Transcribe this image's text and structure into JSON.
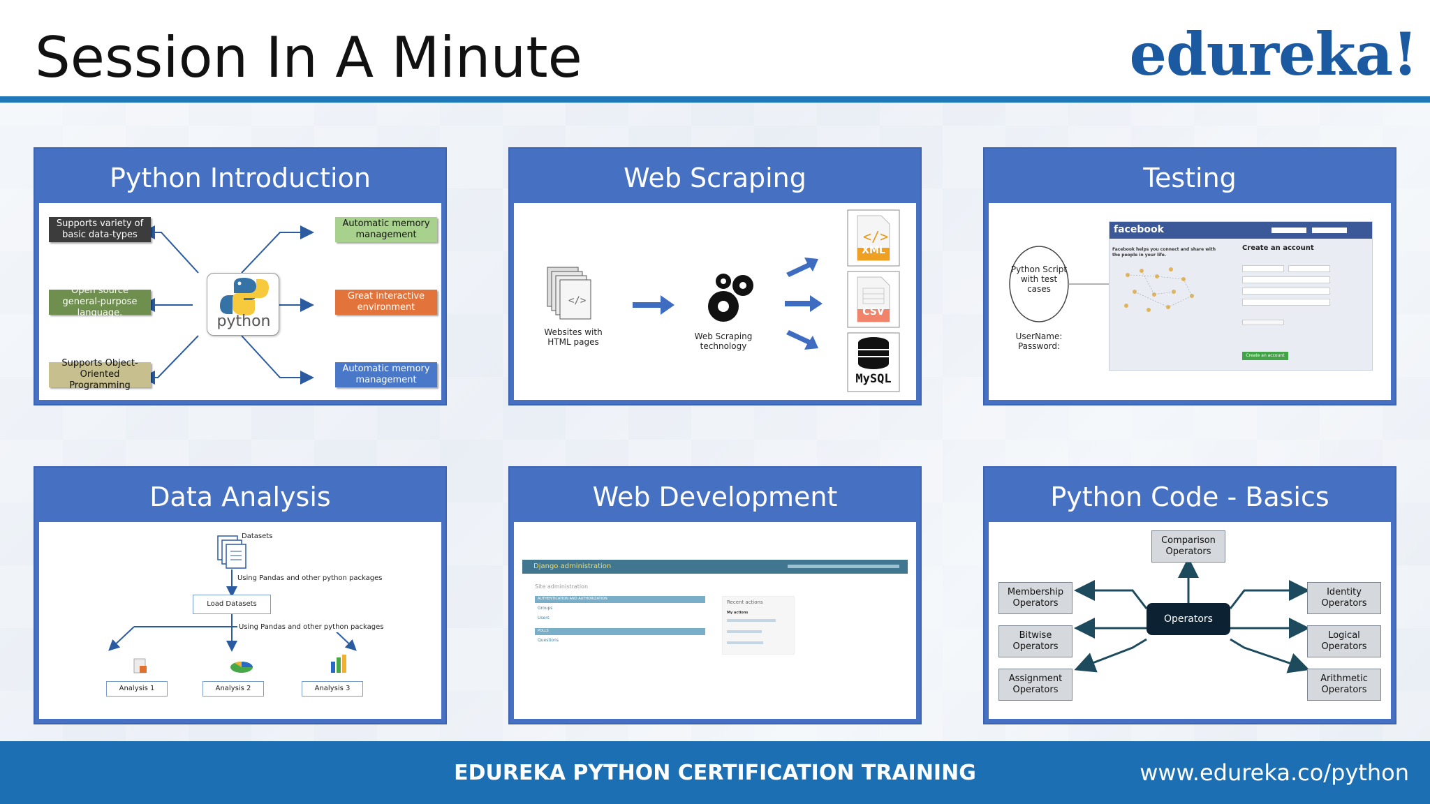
{
  "slide": {
    "title": "Session In A Minute",
    "brand": "edureka!"
  },
  "cards": {
    "python_intro": {
      "title": "Python Introduction",
      "boxes": {
        "tl": "Supports variety of basic data-types",
        "ml": "Open source general-purpose language.",
        "bl": "Supports Object-Oriented Programming",
        "tr": "Automatic memory management",
        "mr": "Great interactive environment",
        "br": "Automatic memory management"
      },
      "logo_text": "python"
    },
    "web_scraping": {
      "title": "Web Scraping",
      "left_label": "Websites with HTML pages",
      "mid_label": "Web Scraping technology",
      "outputs": [
        "XML",
        "CSV",
        "MySQL"
      ]
    },
    "testing": {
      "title": "Testing",
      "script_label": "Python Script with test cases",
      "credentials": "UserName:\nPassword:",
      "site_name": "facebook",
      "create_account": "Create an account",
      "tagline": "Facebook helps you connect and share with the people in your life.",
      "button": "Create an account"
    },
    "data_analysis": {
      "title": "Data Analysis",
      "datasets": "Datasets",
      "using1": "Using Pandas and other python packages",
      "load": "Load Datasets",
      "using2": "Using Pandas and other python packages",
      "analyses": [
        "Analysis 1",
        "Analysis 2",
        "Analysis 3"
      ]
    },
    "web_dev": {
      "title": "Web Development",
      "admin_title": "Django administration",
      "site_admin": "Site administration",
      "section1": "AUTHENTICATION AND AUTHORIZATION",
      "row1": "Groups",
      "row2": "Users",
      "section2": "POLLS",
      "row3": "Questions",
      "recent": "Recent actions",
      "my_actions": "My actions"
    },
    "python_code": {
      "title": "Python Code - Basics",
      "center": "Operators",
      "ops": {
        "comparison": "Comparison Operators",
        "membership": "Membership Operators",
        "bitwise": "Bitwise Operators",
        "assignment": "Assignment Operators",
        "identity": "Identity Operators",
        "logical": "Logical Operators",
        "arithmetic": "Arithmetic Operators"
      }
    }
  },
  "footer": {
    "center": "EDUREKA PYTHON CERTIFICATION TRAINING",
    "url": "www.edureka.co/python"
  },
  "colors": {
    "card_blue": "#4670c2",
    "footer_blue": "#1d6fb4",
    "brand_blue": "#1b5aa0"
  }
}
